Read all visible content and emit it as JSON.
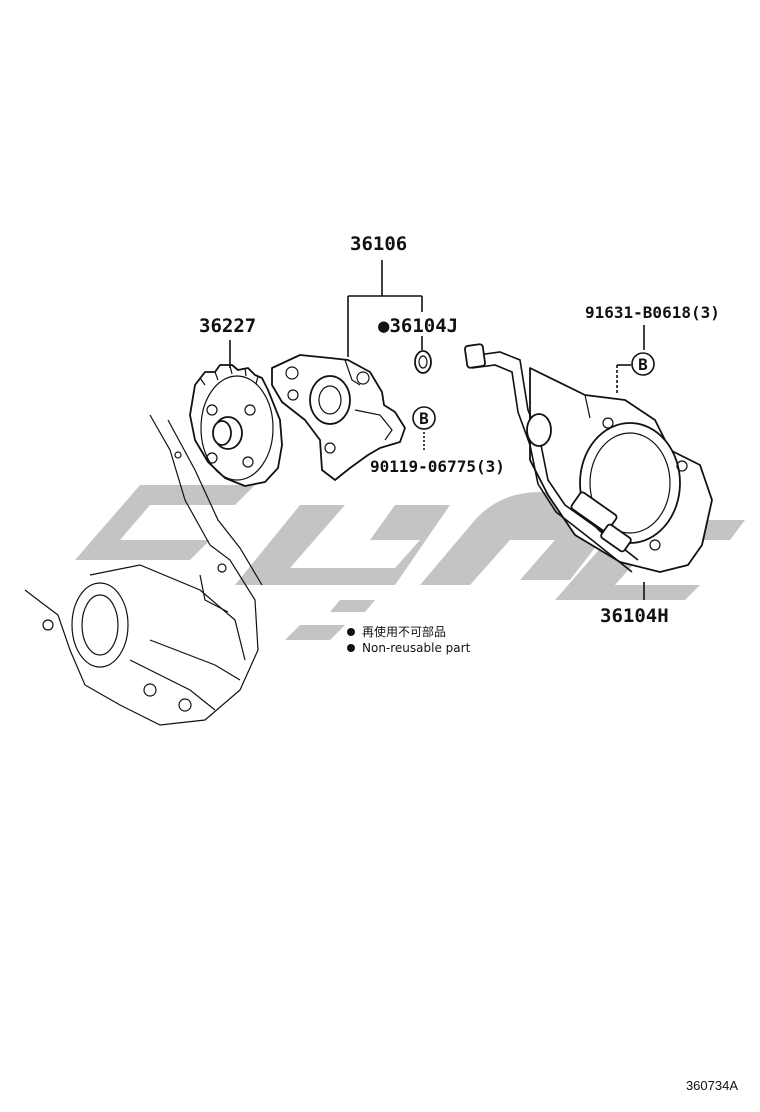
{
  "labels": {
    "assembly": "36106",
    "gear": "36227",
    "seal": "●36104J",
    "bolt_b_right": "91631-B0618(3)",
    "bolt_b_left": "90119-06775(3)",
    "bracket": "36104H",
    "ref_b": "B",
    "ref_b2": "B"
  },
  "legend": {
    "line_jp": "再使用不可部品",
    "line_en": "Non-reusable part"
  },
  "doc_id": "360734A",
  "watermark_color": "#b3b3b3"
}
